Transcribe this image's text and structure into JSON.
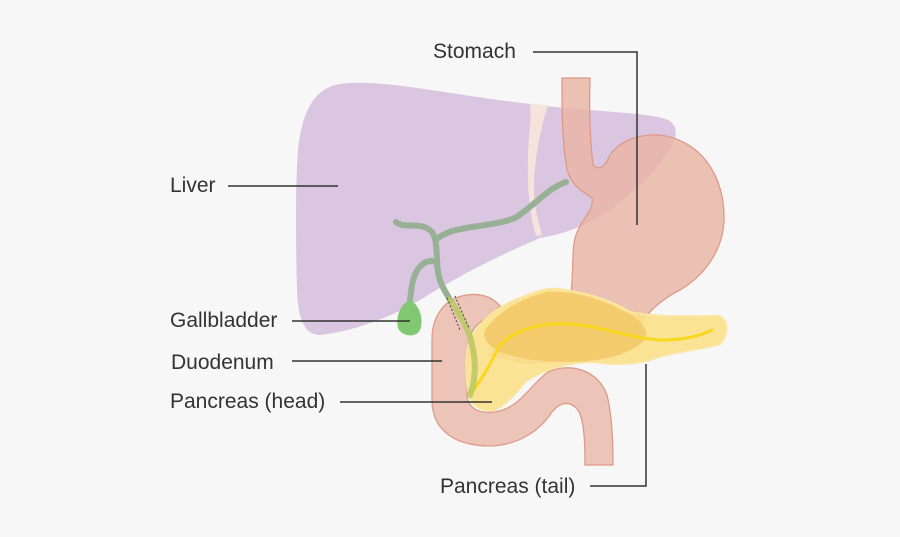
{
  "diagram": {
    "title": "",
    "labels": {
      "stomach": "Stomach",
      "liver": "Liver",
      "gallbladder": "Gallbladder",
      "duodenum": "Duodenum",
      "pancreas_head": "Pancreas (head)",
      "pancreas_tail": "Pancreas (tail)"
    },
    "colors": {
      "background": "#f7f7f7",
      "liver": "#d8c3de",
      "stomach": "#e8b4a4",
      "stomach_outline": "#dd9a88",
      "duodenum": "#ecc4b8",
      "pancreas": "#fbe08a",
      "pancreas_overlap": "#f2c462",
      "pancreatic_duct": "#f8d81c",
      "bile_duct": "#97b096",
      "gallbladder": "#82c872",
      "ligament": "#f5e3dc",
      "leader_line": "#333333",
      "label_text": "#333333"
    }
  }
}
